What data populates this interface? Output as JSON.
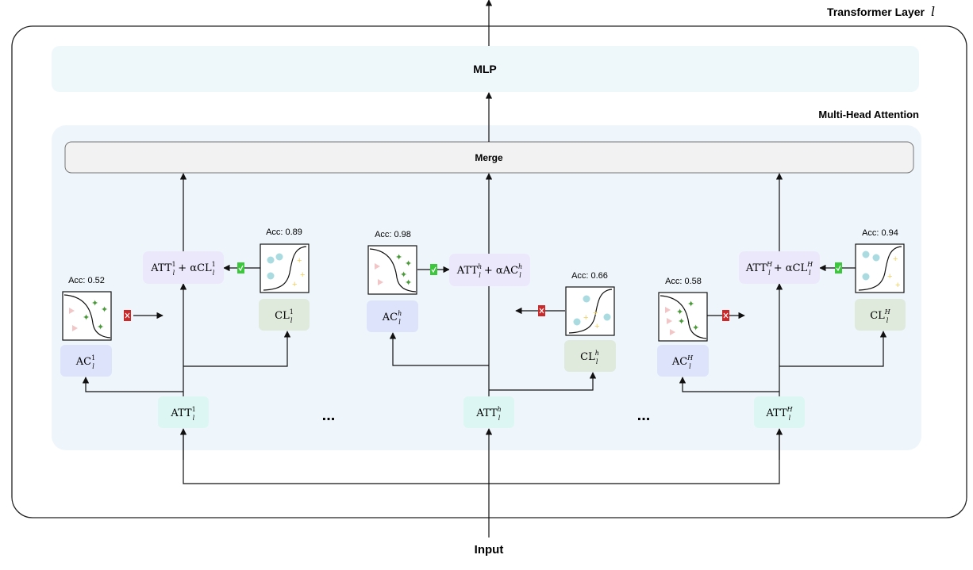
{
  "title": "Transformer Layer",
  "layer_symbol": "l",
  "mlp_label": "MLP",
  "mha_title": "Multi-Head Attention",
  "merge_label": "Merge",
  "input_label": "Input",
  "ellipsis": "...",
  "colors": {
    "outer_border": "#222222",
    "mlp_fill": "#eef8fb",
    "mha_fill": "#eef6fc",
    "merge_fill": "#f2f2f2",
    "att_fill": "#dcf7f3",
    "combo_fill": "#ece8fb",
    "ac_fill": "#dde3fb",
    "cl_fill": "#dfeadc",
    "check_green": "#3cc73c",
    "cross_red": "#cc2a2a",
    "triangle_pink": "#f2c6c6",
    "star_green": "#4a9a3a",
    "circle_teal": "#a9dbe0",
    "plus_yellow": "#f0d060"
  },
  "heads": [
    {
      "att": {
        "base": "ATT",
        "sup": "1",
        "sub": "l"
      },
      "combo": {
        "a": "ATT",
        "a_sup": "1",
        "op": " + α",
        "b": "CL",
        "b_sup": "1",
        "sub": "l"
      },
      "ac": {
        "base": "AC",
        "sup": "1",
        "sub": "l"
      },
      "cl": {
        "base": "CL",
        "sup": "1",
        "sub": "l"
      },
      "ac_acc": "Acc: 0.52",
      "cl_acc": "Acc: 0.89"
    },
    {
      "att": {
        "base": "ATT",
        "sup": "h",
        "sub": "l"
      },
      "combo": {
        "a": "ATT",
        "a_sup": "h",
        "op": " + α",
        "b": "AC",
        "b_sup": "h",
        "sub": "l"
      },
      "ac": {
        "base": "AC",
        "sup": "h",
        "sub": "l"
      },
      "cl": {
        "base": "CL",
        "sup": "h",
        "sub": "l"
      },
      "ac_acc": "Acc: 0.98",
      "cl_acc": "Acc: 0.66"
    },
    {
      "att": {
        "base": "ATT",
        "sup": "H",
        "sub": "l"
      },
      "combo": {
        "a": "ATT",
        "a_sup": "H",
        "op": " + α",
        "b": "CL",
        "b_sup": "H",
        "sub": "l"
      },
      "ac": {
        "base": "AC",
        "sup": "H",
        "sub": "l"
      },
      "cl": {
        "base": "CL",
        "sup": "H",
        "sub": "l"
      },
      "ac_acc": "Acc: 0.58",
      "cl_acc": "Acc: 0.94"
    }
  ]
}
